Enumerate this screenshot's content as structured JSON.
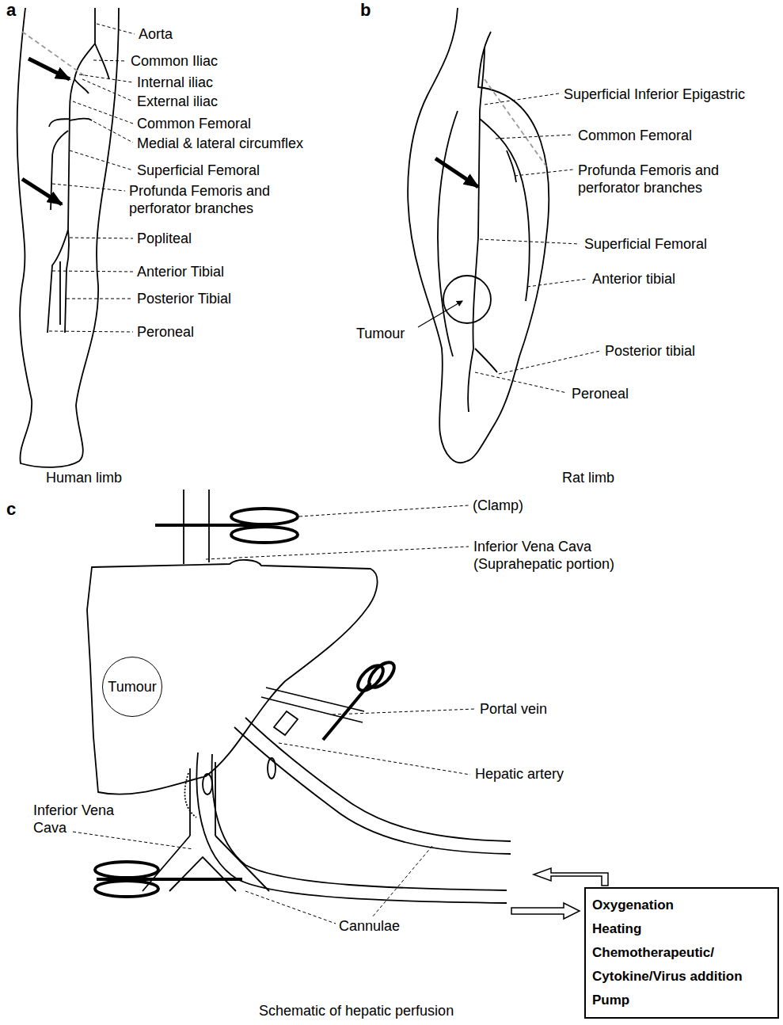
{
  "diagram": {
    "caption": "Schematic of hepatic perfusion",
    "nodes": [
      {
        "text": [
          "Tumour"
        ]
      },
      {
        "text": [
          "Oxygenation",
          "Heating",
          "Chemotherapeutic/ Cytokine/Virus addition",
          "Pump"
        ]
      }
    ],
    "labels": [
      "a",
      "Aorta",
      "Common Iliac",
      "Internal iliac",
      "External iliac",
      "Common Femoral",
      "Medial & lateral circumflex",
      "Superficial Femoral",
      "Profunda Femoris and perforator branches",
      "Popliteal",
      "Anterior Tibial",
      "Posterior Tibial",
      "Peroneal",
      "Human limb",
      "b",
      "Superficial Inferior Epigastric",
      "Common Femoral",
      "Profunda Femoris and perforator branches",
      "Superficial Femoral",
      "Anterior tibial",
      "Tumour",
      "Posterior tibial",
      "Peroneal",
      "Rat limb",
      "c",
      "(Clamp)",
      "Inferior Vena Cava (Suprahepatic portion)",
      "Portal vein",
      "Hepatic artery",
      "Inferior Vena Cava",
      "Cannulae"
    ]
  }
}
